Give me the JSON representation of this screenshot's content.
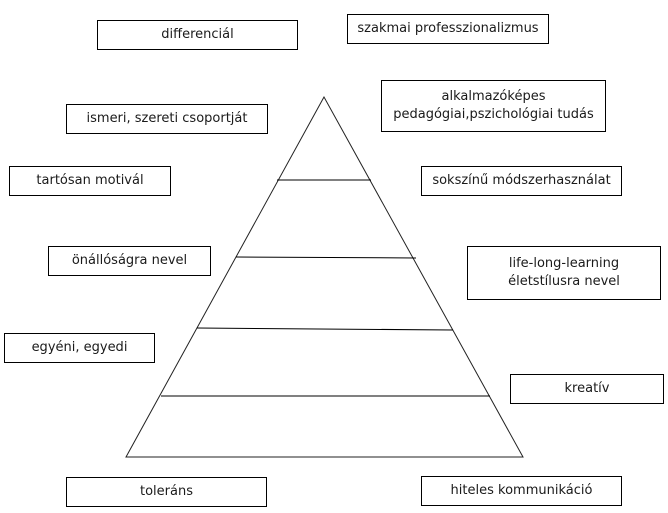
{
  "diagram": {
    "type": "pyramid",
    "levels": 5,
    "left_labels": [
      {
        "id": "differencial",
        "lines": [
          "differenciál"
        ]
      },
      {
        "id": "ismeri-szereti",
        "lines": [
          "ismeri, szereti csoportját"
        ]
      },
      {
        "id": "tartosan-motival",
        "lines": [
          "tartósan motivál"
        ]
      },
      {
        "id": "onallosagra-nevel",
        "lines": [
          "önállóságra nevel"
        ]
      },
      {
        "id": "egyeni-egyedi",
        "lines": [
          "egyéni, egyedi"
        ]
      },
      {
        "id": "tolerans",
        "lines": [
          "toleráns"
        ]
      }
    ],
    "right_labels": [
      {
        "id": "szakmai-professzionalizmus",
        "lines": [
          "szakmai professzionalizmus"
        ]
      },
      {
        "id": "alkalmazokepes-tudas",
        "lines": [
          "alkalmazóképes",
          "pedagógiai,pszichológiai tudás"
        ]
      },
      {
        "id": "sokszinu-modszerhasznalat",
        "lines": [
          "sokszínű módszerhasználat"
        ]
      },
      {
        "id": "life-long-learning",
        "lines": [
          "life-long-learning",
          "életstílusra nevel"
        ]
      },
      {
        "id": "kreativ",
        "lines": [
          "kreatív"
        ]
      },
      {
        "id": "hiteles-kommunikacio",
        "lines": [
          "hiteles kommunikáció"
        ]
      }
    ]
  }
}
